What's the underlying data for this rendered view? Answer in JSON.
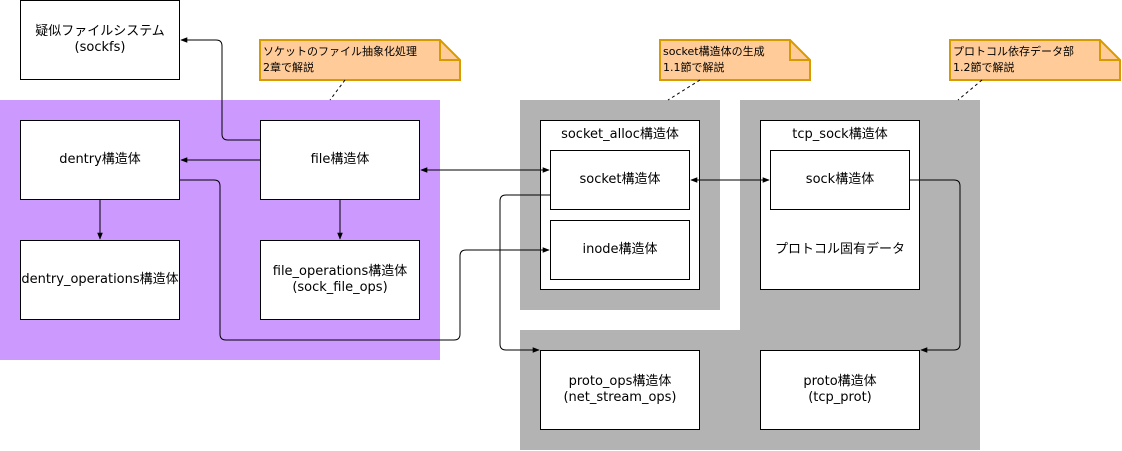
{
  "colors": {
    "framework_region": "#cc99ff",
    "protocol_region": "#b3b3b3",
    "note_fill": "#ffcc99",
    "note_stroke": "#d79b00"
  },
  "nodes": {
    "sockfs": "疑似ファイルシステム\n(sockfs)",
    "dentry": "dentry構造体",
    "file": "file構造体",
    "dentry_operations": "dentry_operations構造体",
    "file_operations": "file_operations構造体\n(sock_file_ops)",
    "socket_alloc": "socket_alloc構造体",
    "socket": "socket構造体",
    "inode": "inode構造体",
    "tcp_sock": "tcp_sock構造体",
    "sock": "sock構造体",
    "protocol_data": "プロトコル固有データ",
    "proto_ops": "proto_ops構造体\n(net_stream_ops)",
    "proto": "proto構造体\n(tcp_prot)"
  },
  "notes": {
    "file_abstraction": "ソケットのファイル抽象化処理\n2章で解説",
    "socket_creation": "socket構造体の生成\n1.1節で解説",
    "protocol_part": "プロトコル依存データ部\n1.2節で解説"
  }
}
